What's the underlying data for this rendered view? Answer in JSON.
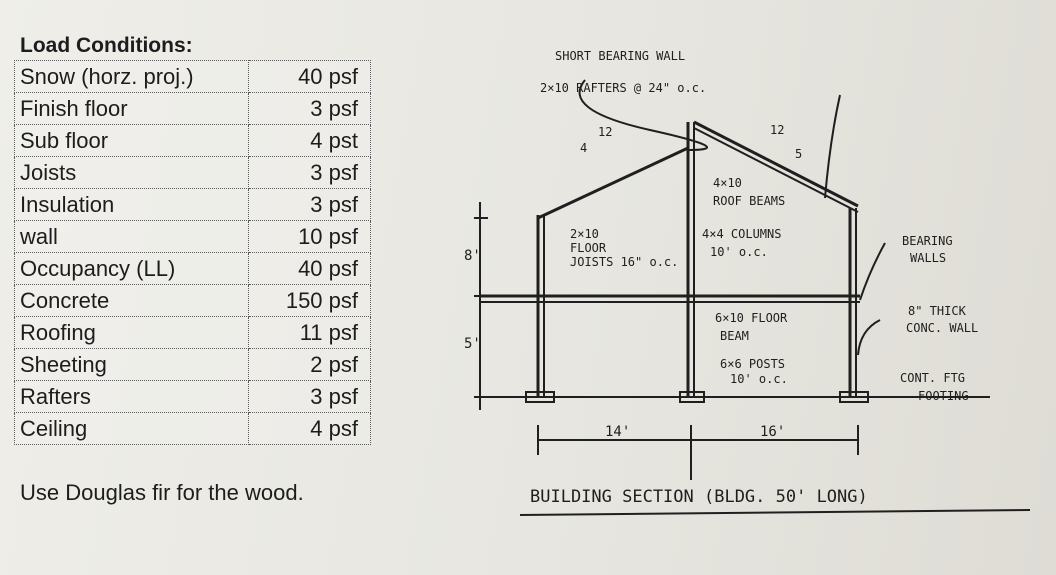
{
  "heading": "Load Conditions:",
  "loads": [
    {
      "label": "Snow (horz. proj.)",
      "value": "40 psf"
    },
    {
      "label": "Finish floor",
      "value": "3 psf"
    },
    {
      "label": "Sub floor",
      "value": "4 pst"
    },
    {
      "label": "Joists",
      "value": "3 psf"
    },
    {
      "label": "Insulation",
      "value": "3 psf"
    },
    {
      "label": "wall",
      "value": "10 psf"
    },
    {
      "label": "Occupancy (LL)",
      "value": "40 psf"
    },
    {
      "label": "Concrete",
      "value": "150 psf"
    },
    {
      "label": "Roofing",
      "value": "11 psf"
    },
    {
      "label": "Sheeting",
      "value": "2 psf"
    },
    {
      "label": "Rafters",
      "value": "3 psf"
    },
    {
      "label": "Ceiling",
      "value": "4 psf"
    }
  ],
  "note": "Use Douglas fir for the wood.",
  "sketch": {
    "top_label_1": "SHORT BEARING WALL",
    "top_label_2": "2×10 RAFTERS @ 24\" o.c.",
    "slope_left_rise": "4",
    "slope_left_run": "12",
    "slope_right_run": "12",
    "slope_right_rise": "5",
    "roof_beams_1": "4×10",
    "roof_beams_2": "ROOF BEAMS",
    "joists_1": "2×10",
    "joists_2": "FLOOR",
    "joists_3": "JOISTS 16\" o.c.",
    "columns_1": "4×4 COLUMNS",
    "columns_2": "10' o.c.",
    "bearing_walls_1": "BEARING",
    "bearing_walls_2": "WALLS",
    "floor_beam_1": "6×10 FLOOR",
    "floor_beam_2": "BEAM",
    "posts_1": "6×6 POSTS",
    "posts_2": "10' o.c.",
    "conc_wall_1": "8\" THICK",
    "conc_wall_2": "CONC. WALL",
    "footing_1": "CONT. FTG",
    "footing_2": "FOOTING",
    "dim_upper": "8'",
    "dim_lower": "5'",
    "dim_left": "14'",
    "dim_right": "16'",
    "caption": "BUILDING SECTION (BLDG. 50' LONG)"
  }
}
